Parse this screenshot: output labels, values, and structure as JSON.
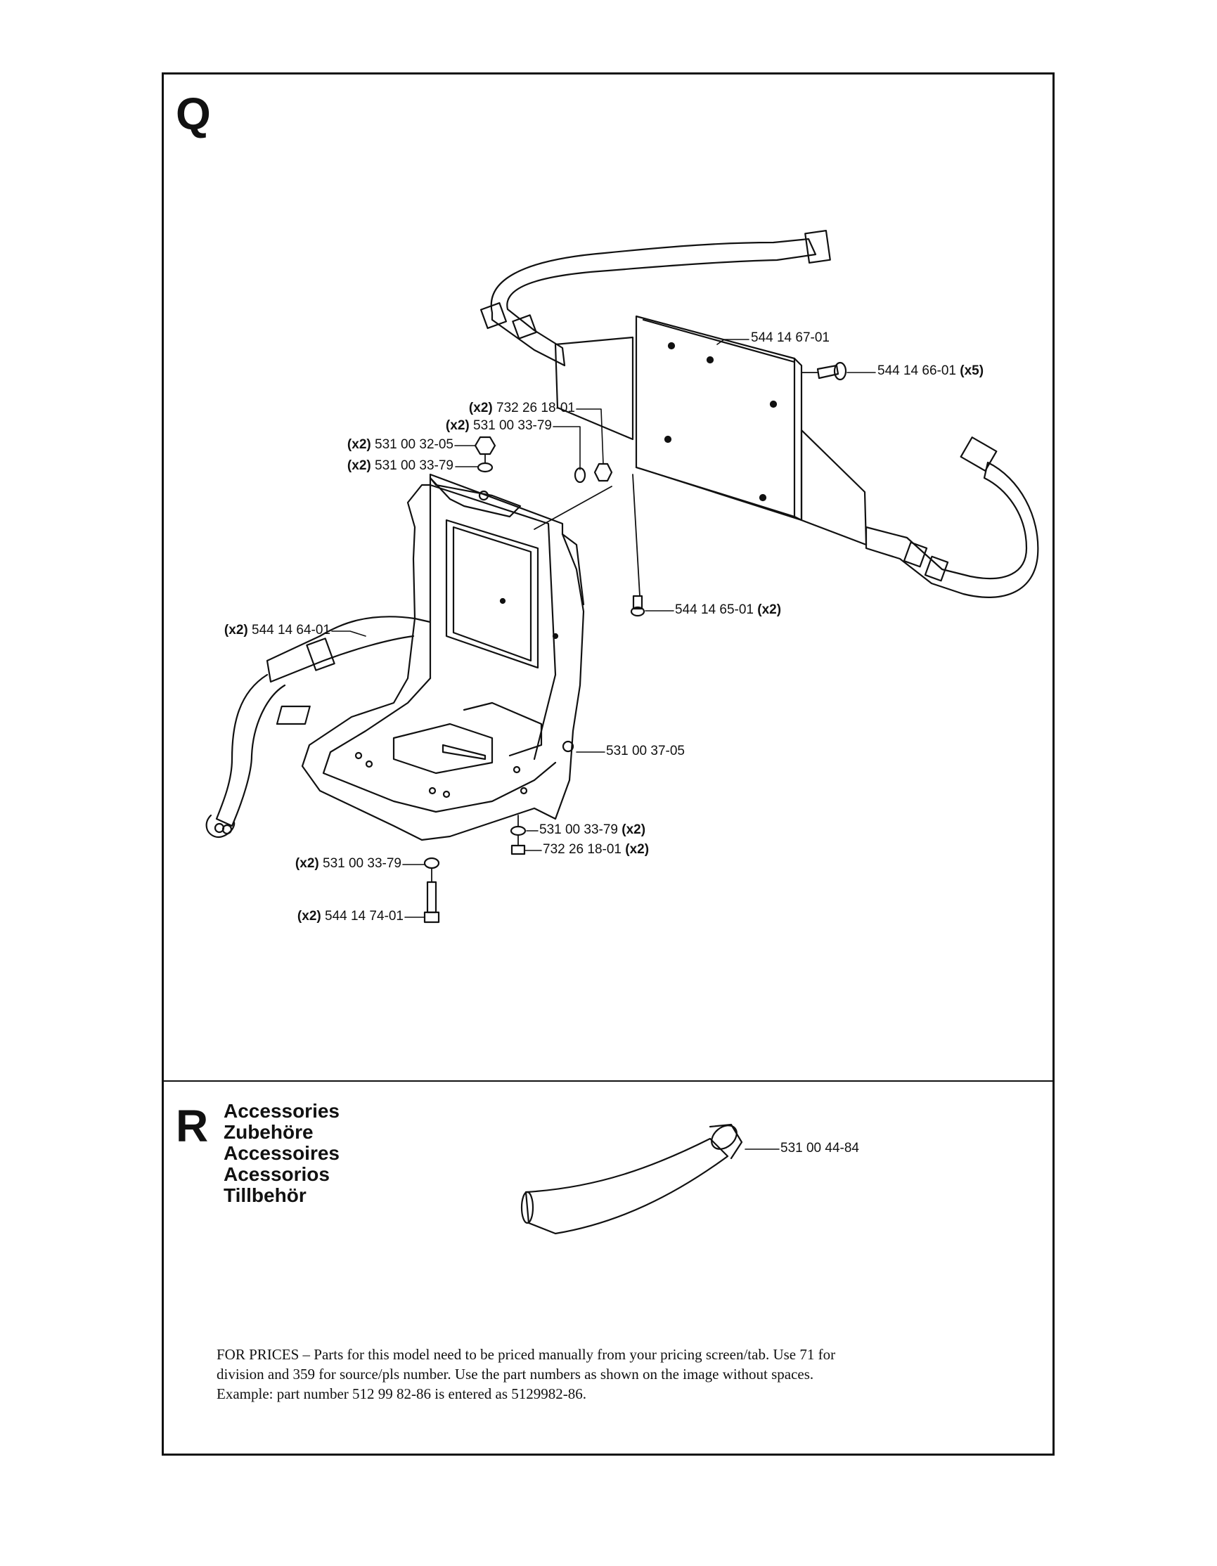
{
  "sections": {
    "q": {
      "letter": "Q"
    },
    "r": {
      "letter": "R",
      "titles": [
        "Accessories",
        "Zubehöre",
        "Accessoires",
        "Acessorios",
        "Tillbehör"
      ]
    }
  },
  "parts": [
    {
      "id": "p1",
      "number": "544 14 67-01",
      "qty": ""
    },
    {
      "id": "p2",
      "number": "544 14 66-01",
      "qty": "(x5)"
    },
    {
      "id": "p3",
      "number": "732 26 18-01",
      "qty": "(x2)"
    },
    {
      "id": "p4",
      "number": "531 00 33-79",
      "qty": "(x2)"
    },
    {
      "id": "p5",
      "number": "531 00 32-05",
      "qty": "(x2)"
    },
    {
      "id": "p6",
      "number": "531 00 33-79",
      "qty": "(x2)"
    },
    {
      "id": "p7",
      "number": "544 14 65-01",
      "qty": "(x2)"
    },
    {
      "id": "p8",
      "number": "544 14 64-01",
      "qty": "(x2)"
    },
    {
      "id": "p9",
      "number": "531 00 37-05",
      "qty": ""
    },
    {
      "id": "p10",
      "number": "531 00 33-79",
      "qty": "(x2)"
    },
    {
      "id": "p11",
      "number": "732 26 18-01",
      "qty": "(x2)"
    },
    {
      "id": "p12",
      "number": "531 00 33-79",
      "qty": "(x2)"
    },
    {
      "id": "p13",
      "number": "544 14 74-01",
      "qty": "(x2)"
    },
    {
      "id": "p14",
      "number": "531 00 44-84",
      "qty": ""
    }
  ],
  "note": {
    "lines": [
      "FOR PRICES – Parts for this model need to be priced manually from your pricing screen/tab.  Use 71 for",
      "division and 359 for source/pls number.  Use the part numbers as shown on the image without spaces.",
      "Example: part number 512 99 82-86 is entered as 5129982-86."
    ]
  }
}
